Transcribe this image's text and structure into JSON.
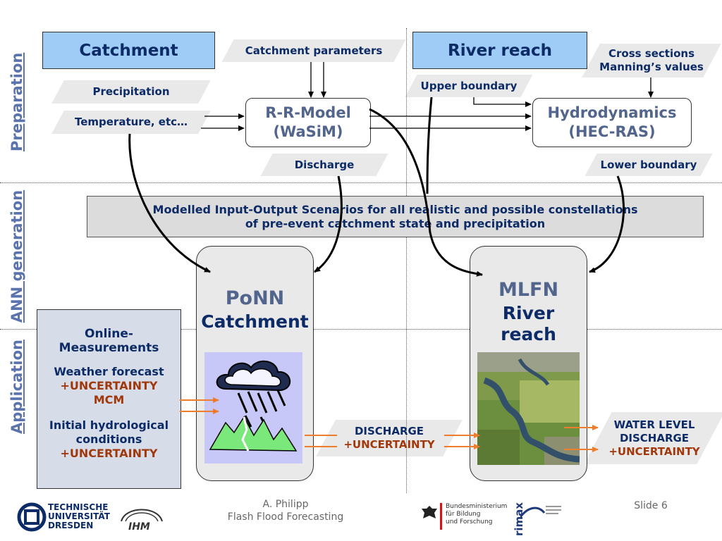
{
  "sections": {
    "preparation": "Preparation",
    "ann_generation": "ANN generation",
    "application": "Application"
  },
  "headers": {
    "catchment": "Catchment",
    "river_reach": "River reach"
  },
  "inputs": {
    "catchment_parameters": "Catchment parameters",
    "precipitation": "Precipitation",
    "temperature": "Temperature, etc…",
    "discharge": "Discharge",
    "upper_boundary": "Upper boundary",
    "cross_sections_line1": "Cross sections",
    "cross_sections_line2": "Manning’s values",
    "lower_boundary": "Lower boundary"
  },
  "models": {
    "rr_line1": "R-R-Model",
    "rr_line2": "(WaSiM)",
    "hd_line1": "Hydrodynamics",
    "hd_line2": "(HEC-RAS)"
  },
  "scenarios": {
    "line1": "Modelled Input-Output Scenarios for all realistic and possible constellations",
    "line2": "of pre-event catchment state and precipitation"
  },
  "ann": {
    "ponn_title": "PoNN",
    "ponn_subtitle": "Catchment",
    "mlfn_title": "MLFN",
    "mlfn_sub1": "River",
    "mlfn_sub2": "reach"
  },
  "online": {
    "title_line1": "Online-",
    "title_line2": "Measurements",
    "weather": "Weather forecast",
    "weather_unc": "+UNCERTAINTY",
    "mcm": "MCM",
    "initial_line1": "Initial hydrological",
    "initial_line2": "conditions",
    "initial_unc": "+UNCERTAINTY"
  },
  "outputs": {
    "discharge": "DISCHARGE",
    "discharge_unc": "+UNCERTAINTY",
    "water_level": "WATER LEVEL",
    "discharge2": "DISCHARGE",
    "final_unc": "+UNCERTAINTY"
  },
  "footer": {
    "tu_line1": "TECHNISCHE",
    "tu_line2": "UNIVERSITÄT",
    "tu_line3": "DRESDEN",
    "ihm": "IHM",
    "author": "A. Philipp",
    "talk_title": "Flash Flood Forecasting",
    "bmbf_line1": "Bundesministerium",
    "bmbf_line2": "für Bildung",
    "bmbf_line3": "und Forschung",
    "rimax": "rimax",
    "slide": "Slide 6"
  },
  "colors": {
    "header_fill": "#9fccf6",
    "dark_blue": "#0d2b66",
    "model_text": "#52658c",
    "uncertainty": "#a1380c",
    "orange_arrow": "#ee7d2c"
  }
}
